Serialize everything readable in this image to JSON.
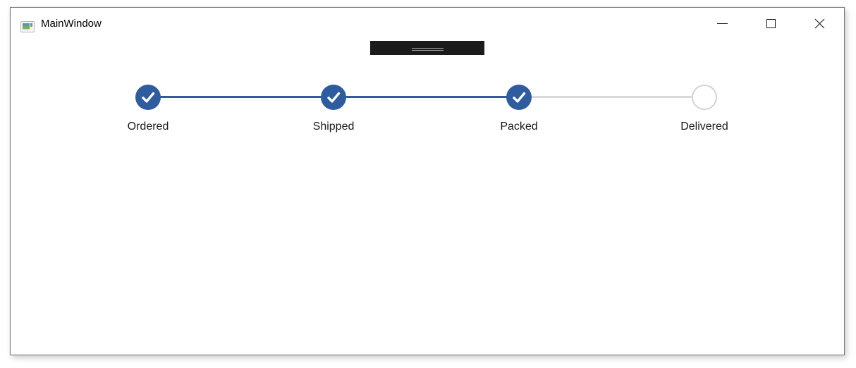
{
  "window": {
    "title": "MainWindow",
    "icon": "wpf-app-icon",
    "caption_buttons": [
      {
        "name": "minimize",
        "icon": "minimize-icon"
      },
      {
        "name": "maximize",
        "icon": "maximize-icon"
      },
      {
        "name": "close",
        "icon": "close-icon"
      }
    ]
  },
  "debug_toolbar": {
    "name": "in-app-debug-toolbar-collapsed",
    "grip_icon": "grip-lines-icon",
    "background": "#1b1b1b"
  },
  "stepper": {
    "steps": [
      {
        "label": "Ordered",
        "state": "complete"
      },
      {
        "label": "Shipped",
        "state": "complete"
      },
      {
        "label": "Packed",
        "state": "complete"
      },
      {
        "label": "Delivered",
        "state": "pending"
      }
    ],
    "completed_count": 3,
    "check_icon": "check-icon",
    "colors": {
      "accent": "#2e5c9e",
      "track": "#d9d9d9",
      "pending_border": "#d4d4d4",
      "label": "#1b1b1b"
    }
  }
}
